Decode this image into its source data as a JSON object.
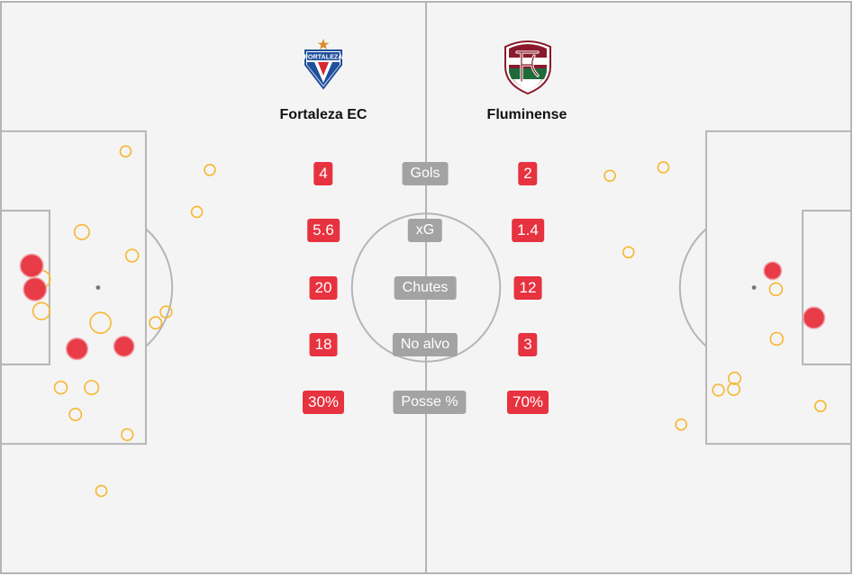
{
  "teams": {
    "home": {
      "name": "Fortaleza EC",
      "crest_text": "FORTALEZA"
    },
    "away": {
      "name": "Fluminense"
    }
  },
  "stats": [
    {
      "label": "Gols",
      "home": "4",
      "away": "2"
    },
    {
      "label": "xG",
      "home": "5.6",
      "away": "1.4"
    },
    {
      "label": "Chutes",
      "home": "20",
      "away": "12"
    },
    {
      "label": "No alvo",
      "home": "18",
      "away": "3"
    },
    {
      "label": "Posse %",
      "home": "30%",
      "away": "70%"
    }
  ],
  "colors": {
    "goal": "#e7323f",
    "shot": "#f7b731",
    "stat_value_bg": "#e7323f",
    "stat_label_bg": "#a3a3a3",
    "pitch_line": "#b5b5b5",
    "pitch_bg": "#f4f4f4"
  },
  "chart_data": {
    "type": "scatter",
    "title": "",
    "legend": "none",
    "pitch": {
      "length": 105,
      "width": 68
    },
    "series": [
      {
        "team": "Fortaleza EC",
        "points": [
          {
            "x": 3.8,
            "y": 31.4,
            "xg": 0.42,
            "goal": true
          },
          {
            "x": 4.2,
            "y": 34.2,
            "xg": 0.42,
            "goal": true
          },
          {
            "x": 9.4,
            "y": 41.3,
            "xg": 0.35,
            "goal": true
          },
          {
            "x": 15.2,
            "y": 41.0,
            "xg": 0.3,
            "goal": true
          },
          {
            "x": 5.0,
            "y": 33.0,
            "xg": 0.2,
            "goal": false
          },
          {
            "x": 12.3,
            "y": 38.2,
            "xg": 0.32,
            "goal": false
          },
          {
            "x": 5.0,
            "y": 36.8,
            "xg": 0.18,
            "goal": false
          },
          {
            "x": 10.0,
            "y": 27.4,
            "xg": 0.12,
            "goal": false
          },
          {
            "x": 16.2,
            "y": 30.2,
            "xg": 0.07,
            "goal": false
          },
          {
            "x": 19.1,
            "y": 38.2,
            "xg": 0.06,
            "goal": false
          },
          {
            "x": 20.4,
            "y": 36.9,
            "xg": 0.05,
            "goal": false
          },
          {
            "x": 11.2,
            "y": 45.9,
            "xg": 0.1,
            "goal": false
          },
          {
            "x": 7.4,
            "y": 45.9,
            "xg": 0.07,
            "goal": false
          },
          {
            "x": 9.2,
            "y": 49.1,
            "xg": 0.06,
            "goal": false
          },
          {
            "x": 15.6,
            "y": 51.5,
            "xg": 0.05,
            "goal": false
          },
          {
            "x": 15.4,
            "y": 17.8,
            "xg": 0.04,
            "goal": false
          },
          {
            "x": 25.8,
            "y": 20.0,
            "xg": 0.04,
            "goal": false
          },
          {
            "x": 24.2,
            "y": 25.0,
            "xg": 0.04,
            "goal": false
          },
          {
            "x": 12.4,
            "y": 58.2,
            "xg": 0.04,
            "goal": false
          }
        ]
      },
      {
        "team": "Fluminense",
        "points": [
          {
            "x": 100.4,
            "y": 37.6,
            "xg": 0.35,
            "goal": true
          },
          {
            "x": 95.3,
            "y": 32.0,
            "xg": 0.2,
            "goal": true
          },
          {
            "x": 95.7,
            "y": 34.2,
            "xg": 0.07,
            "goal": false
          },
          {
            "x": 95.8,
            "y": 40.1,
            "xg": 0.07,
            "goal": false
          },
          {
            "x": 90.6,
            "y": 44.8,
            "xg": 0.06,
            "goal": false
          },
          {
            "x": 90.5,
            "y": 46.1,
            "xg": 0.06,
            "goal": false
          },
          {
            "x": 88.6,
            "y": 46.2,
            "xg": 0.05,
            "goal": false
          },
          {
            "x": 101.2,
            "y": 48.1,
            "xg": 0.04,
            "goal": false
          },
          {
            "x": 84.0,
            "y": 50.3,
            "xg": 0.04,
            "goal": false
          },
          {
            "x": 77.5,
            "y": 29.8,
            "xg": 0.04,
            "goal": false
          },
          {
            "x": 75.2,
            "y": 20.7,
            "xg": 0.04,
            "goal": false
          },
          {
            "x": 81.8,
            "y": 19.7,
            "xg": 0.04,
            "goal": false
          }
        ]
      }
    ]
  }
}
